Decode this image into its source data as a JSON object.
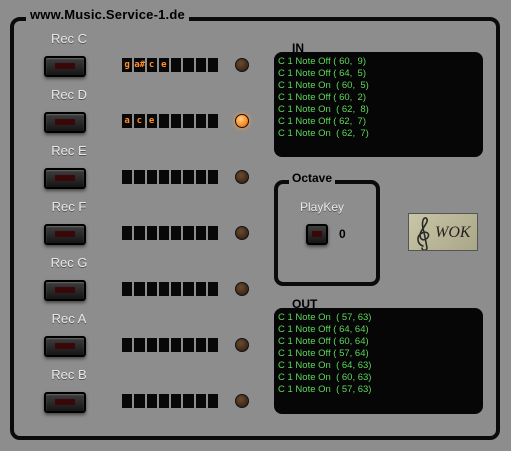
{
  "header": {
    "site_title": "www.Music.Service-1.de"
  },
  "tracks": [
    {
      "label": "Rec C",
      "notes": [
        "g",
        "a#",
        "c",
        "e",
        "",
        "",
        "",
        ""
      ],
      "led_on": false
    },
    {
      "label": "Rec D",
      "notes": [
        "a",
        "c",
        "e",
        "",
        "",
        "",
        "",
        ""
      ],
      "led_on": true
    },
    {
      "label": "Rec E",
      "notes": [
        "",
        "",
        "",
        "",
        "",
        "",
        "",
        ""
      ],
      "led_on": false
    },
    {
      "label": "Rec F",
      "notes": [
        "",
        "",
        "",
        "",
        "",
        "",
        "",
        ""
      ],
      "led_on": false
    },
    {
      "label": "Rec G",
      "notes": [
        "",
        "",
        "",
        "",
        "",
        "",
        "",
        ""
      ],
      "led_on": false
    },
    {
      "label": "Rec A",
      "notes": [
        "",
        "",
        "",
        "",
        "",
        "",
        "",
        ""
      ],
      "led_on": false
    },
    {
      "label": "Rec B",
      "notes": [
        "",
        "",
        "",
        "",
        "",
        "",
        "",
        ""
      ],
      "led_on": false
    }
  ],
  "in_log": {
    "title": "IN",
    "lines": [
      "C 1 Note Off ( 60,  9)",
      "C 1 Note Off ( 64,  5)",
      "C 1 Note On  ( 60,  5)",
      "C 1 Note Off ( 60,  2)",
      "C 1 Note On  ( 62,  8)",
      "C 1 Note Off ( 62,  7)",
      "C 1 Note On  ( 62,  7)"
    ]
  },
  "octave": {
    "title": "Octave",
    "playkey_label": "PlayKey",
    "value": "0"
  },
  "logo": {
    "text": "WOK",
    "icon": "treble-clef-icon"
  },
  "out_log": {
    "title": "OUT",
    "lines": [
      "C 1 Note On  ( 57, 63)",
      "C 1 Note Off ( 64, 64)",
      "C 1 Note Off ( 60, 64)",
      "C 1 Note Off ( 57, 64)",
      "C 1 Note On  ( 64, 63)",
      "C 1 Note On  ( 60, 63)",
      "C 1 Note On  ( 57, 63)"
    ]
  },
  "colors": {
    "background": "#8d8d8d",
    "note_text": "#ff8f2a",
    "log_text": "#5cd85c",
    "led_on": "#ff8a22"
  }
}
